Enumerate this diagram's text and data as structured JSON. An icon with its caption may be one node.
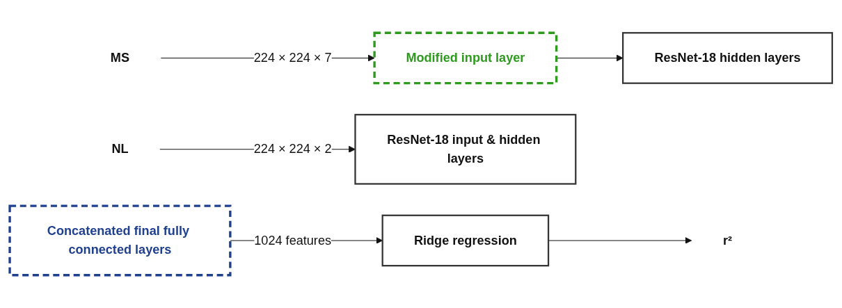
{
  "diagram": {
    "nodes": [
      {
        "text": [
          "MS"
        ]
      },
      {
        "text": [
          "Modified input layer"
        ]
      },
      {
        "text": [
          "ResNet-18 hidden layers"
        ]
      },
      {
        "text": [
          "NL"
        ]
      },
      {
        "text": [
          "ResNet-18 input & hidden layers"
        ]
      },
      {
        "text": [
          "Concatenated final fully connected layers"
        ]
      },
      {
        "text": [
          "Ridge regression"
        ]
      },
      {
        "text": [
          "r²"
        ]
      }
    ],
    "edges": [
      {
        "from": 0,
        "to": 1,
        "arrow": "to",
        "label": "224 × 224 × 7"
      },
      {
        "from": 1,
        "to": 2,
        "arrow": "to"
      },
      {
        "from": 3,
        "to": 4,
        "arrow": "to",
        "label": "224 × 224 × 2"
      },
      {
        "from": 5,
        "to": 6,
        "arrow": "to",
        "label": "1024 features"
      },
      {
        "from": 6,
        "to": 7,
        "arrow": "to"
      }
    ]
  }
}
